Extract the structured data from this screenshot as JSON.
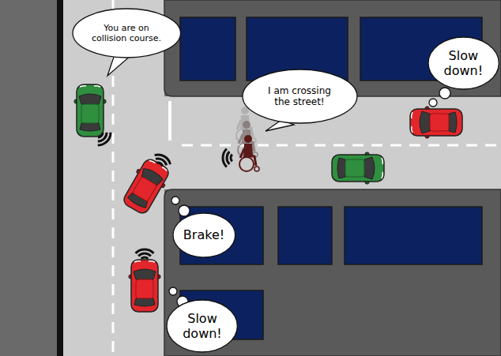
{
  "diagram": {
    "nodes": [
      {
        "text": [
          "You are on collision course."
        ]
      },
      {
        "text": [
          "Slow down!"
        ]
      },
      {
        "text": [
          "I am crossing the street!"
        ]
      },
      {
        "text": [
          "Brake!"
        ]
      },
      {
        "text": [
          "Slow down!"
        ]
      }
    ]
  }
}
